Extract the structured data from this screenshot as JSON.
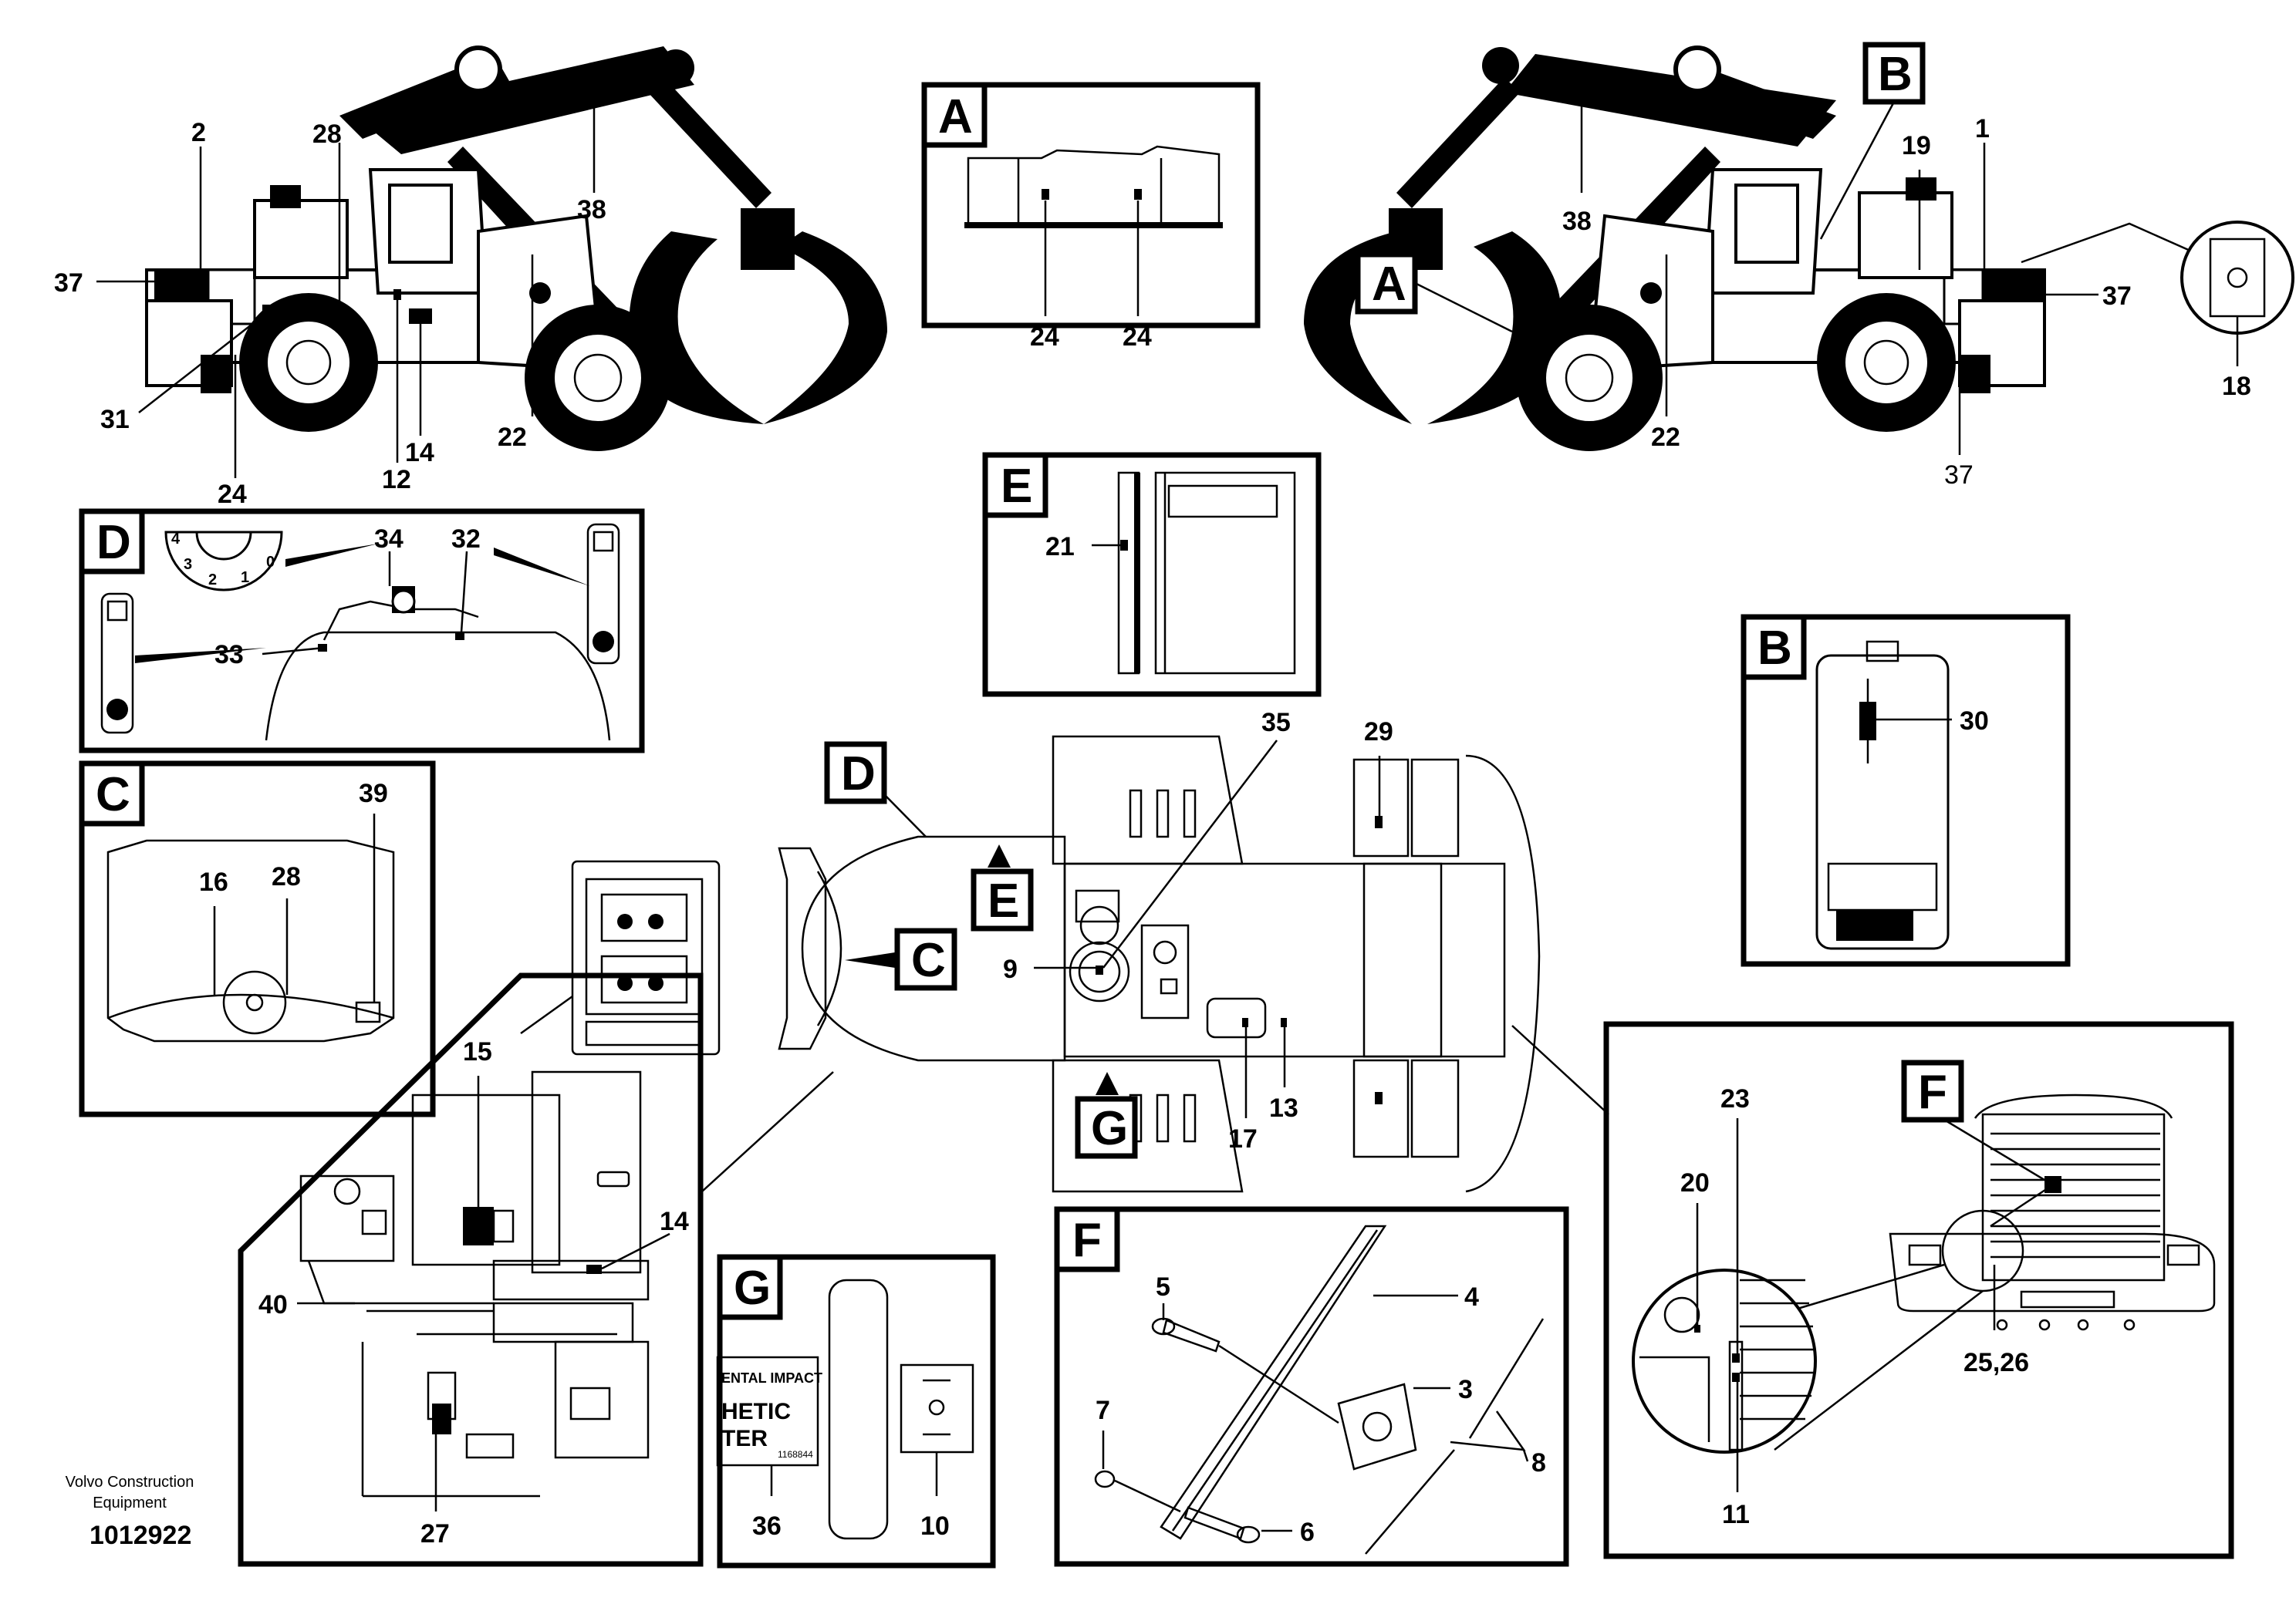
{
  "labels": {
    "l1": "1",
    "l2": "2",
    "l3": "3",
    "l4": "4",
    "l5": "5",
    "l6": "6",
    "l7": "7",
    "l8": "8",
    "l9": "9",
    "l10": "10",
    "l11": "11",
    "l12": "12",
    "l13": "13",
    "l14a": "14",
    "l14b": "14",
    "l15": "15",
    "l16": "16",
    "l17": "17",
    "l18": "18",
    "l19": "19",
    "l20": "20",
    "l21": "21",
    "l22a": "22",
    "l22b": "22",
    "l23": "23",
    "l24a": "24",
    "l24b": "24",
    "l24c": "24",
    "l2526": "25,26",
    "l27": "27",
    "l28a": "28",
    "l28b": "28",
    "l29": "29",
    "l30": "30",
    "l31": "31",
    "l32": "32",
    "l33": "33",
    "l34": "34",
    "l35": "35",
    "l36": "36",
    "l37a": "37",
    "l37b": "37",
    "l37c": "37",
    "l38a": "38",
    "l38b": "38",
    "l39": "39",
    "l40": "40"
  },
  "letters": {
    "A1": "A",
    "A2": "A",
    "B1": "B",
    "B2": "B",
    "C1": "C",
    "C2": "C",
    "D1": "D",
    "D2": "D",
    "E1": "E",
    "E2": "E",
    "F1": "F",
    "F2": "F",
    "G1": "G",
    "G2": "G"
  },
  "dial": [
    "4",
    "3",
    "2",
    "1",
    "0"
  ],
  "decal_g": [
    "ENTAL IMPACT",
    "HETIC",
    "TER",
    "1168844"
  ],
  "footer": {
    "company_line1": "Volvo Construction",
    "company_line2": "Equipment",
    "doc_number": "1012922"
  },
  "colors": {
    "ink": "#000000",
    "paper": "#ffffff"
  }
}
